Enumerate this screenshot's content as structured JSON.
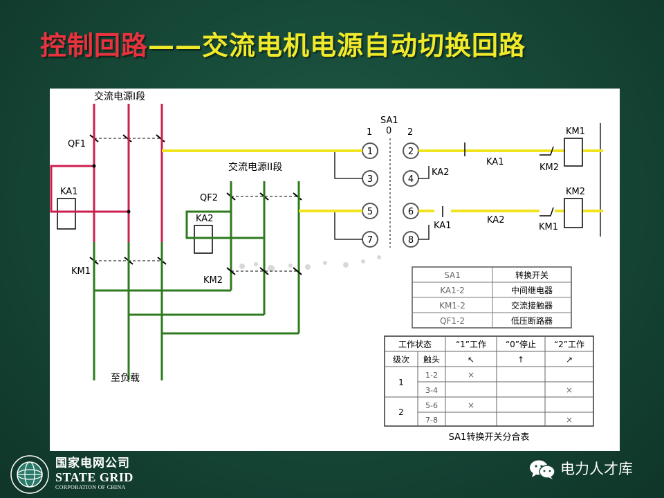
{
  "title": {
    "part_red": "控制回路",
    "part_yellow": "——交流电机电源自动切换回路"
  },
  "diagram": {
    "labels": {
      "source1": "交流电源I段",
      "source2": "交流电源II段",
      "qf1": "QF1",
      "qf2": "QF2",
      "ka1_coil": "KA1",
      "ka2_coil": "KA2",
      "km1_left": "KM1",
      "km2_left": "KM2",
      "load": "至负载",
      "sa1": "SA1",
      "pos1": "1",
      "pos0": "0",
      "pos2": "2",
      "ka2_contact_a": "KA2",
      "ka1_contact_a": "KA1",
      "km2_contact_a": "KM2",
      "km1_coil_top": "KM1",
      "ka1_contact_b": "KA1",
      "ka2_contact_b": "KA2",
      "km1_contact_b": "KM1",
      "km2_coil": "KM2"
    },
    "contacts": [
      "1",
      "2",
      "3",
      "4",
      "5",
      "6",
      "7",
      "8"
    ],
    "colors": {
      "source1_wire": "#cc1f4e",
      "source2_wire": "#2e7a1e",
      "control_wire": "#f0e41e",
      "title_red": "#e8323e",
      "title_yellow": "#f0ea2a"
    }
  },
  "legend_table": {
    "rows": [
      [
        "SA1",
        "转换开关"
      ],
      [
        "KA1-2",
        "中间继电器"
      ],
      [
        "KM1-2",
        "交流接触器"
      ],
      [
        "QF1-2",
        "低压断路器"
      ]
    ]
  },
  "switch_table": {
    "header_row1": [
      "工作状态",
      "“1”工作",
      "“0”停止",
      "“2”工作"
    ],
    "header_row2": [
      "级次",
      "触头",
      "↖",
      "↑",
      "↗"
    ],
    "stages": [
      {
        "stage": "1",
        "rows": [
          {
            "contact": "1-2",
            "c1": "×",
            "c0": "",
            "c2": ""
          },
          {
            "contact": "3-4",
            "c1": "",
            "c0": "",
            "c2": "×"
          }
        ]
      },
      {
        "stage": "2",
        "rows": [
          {
            "contact": "5-6",
            "c1": "×",
            "c0": "",
            "c2": ""
          },
          {
            "contact": "7-8",
            "c1": "",
            "c0": "",
            "c2": "×"
          }
        ]
      }
    ],
    "caption": "SA1转换开关分合表"
  },
  "footer": {
    "company_cn": "国家电网公司",
    "company_en": "STATE GRID",
    "company_sub": "CORPORATION OF CHINA",
    "watermark": "电力人才库",
    "logo_icon": "state-grid-logo-icon",
    "wechat_icon": "wechat-icon"
  }
}
